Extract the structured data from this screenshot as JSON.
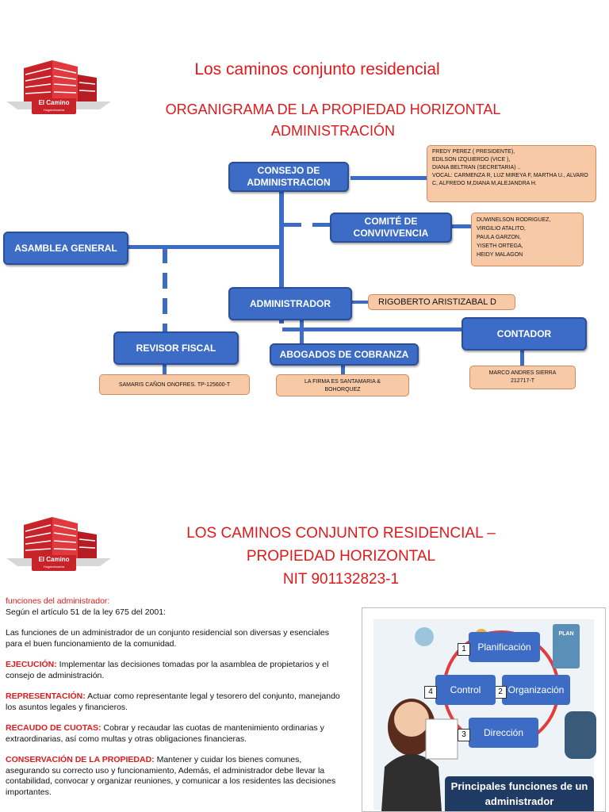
{
  "logo": {
    "brand": "El Camino",
    "tagline": "Hogarchoacha"
  },
  "slide1": {
    "title": "Los caminos conjunto residencial",
    "subtitle_line1": "ORGANIGRAMA DE LA PROPIEDAD HORIZONTAL",
    "subtitle_line2": "ADMINISTRACIÓN",
    "nodes": {
      "consejo": "CONSEJO DE ADMINISTRACION",
      "comite": "COMITÉ DE CONVIVIVENCIA",
      "asamblea": "ASAMBLEA GENERAL",
      "administrador": "ADMINISTRADOR",
      "revisor": "REVISOR FISCAL",
      "abogados": "ABOGADOS DE COBRANZA",
      "contador": "CONTADOR"
    },
    "details": {
      "consejo": "FREDY PEREZ ( PRESIDENTE),\nEDILSON IZQUIERDO (VICE ),\nDIANA BELTRAN (SECRETARIA) ..\nVOCAL: CARMENZA R, LUZ MIREYA F, MARTHA U., ALVARO C, ALFREDO M,DIANA M,ALEJANDRA H.",
      "comite": "DUWINELSON RODRIGUEZ,\nVIRGILIO ATALITO,\nPAULA GARZON,\nYISETH ORTEGA,\nHEIDY MALAGON",
      "administrador": "RIGOBERTO ARISTIZABAL  D",
      "revisor": "SAMARIS CAÑON ONOFRES. TP-125600-T",
      "abogados": "LA FIRMA ES SANTAMARIA & BOHORQUEZ",
      "contador": "MARCO ANDRES SIERRA\n212717-T"
    }
  },
  "slide2": {
    "title_line1": "LOS CAMINOS CONJUNTO RESIDENCIAL –",
    "title_line2": "PROPIEDAD HORIZONTAL",
    "title_line3": "NIT 901132823-1",
    "heading": "funciones del administrador:",
    "intro": "Según el artículo 51 de la ley 675 del 2001:",
    "paragraph": "Las funciones de un administrador de un conjunto residencial son diversas y esenciales para el buen funcionamiento de la comunidad.",
    "items": [
      {
        "label": "EJECUCIÓN:",
        "text": " Implementar las decisiones tomadas por la asamblea de propietarios y el consejo de administración."
      },
      {
        "label": "REPRESENTACIÓN:",
        "text": " Actuar como representante legal y tesorero del conjunto, manejando los asuntos legales y financieros."
      },
      {
        "label": "RECAUDO DE CUOTAS:",
        "text": " Cobrar y recaudar las cuotas de mantenimiento ordinarias y extraordinarias, así como multas y otras obligaciones financieras."
      },
      {
        "label": "CONSERVACIÓN DE LA PROPIEDAD:",
        "text": " Mantener y cuidar los bienes comunes, asegurando su correcto uso y funcionamiento, Además, el administrador debe llevar la contabilidad, convocar y organizar reuniones, y comunicar a los residentes las decisiones importantes."
      }
    ],
    "infographic": {
      "steps": [
        {
          "num": "1",
          "label": "Planificación"
        },
        {
          "num": "2",
          "label": "Organización"
        },
        {
          "num": "3",
          "label": "Dirección"
        },
        {
          "num": "4",
          "label": "Control"
        }
      ],
      "plan_label": "PLAN",
      "caption": "Principales funciones de un administrador"
    }
  },
  "colors": {
    "title": "#e0191b",
    "box": "#3d6cc6",
    "detail": "#f8c9a6"
  }
}
